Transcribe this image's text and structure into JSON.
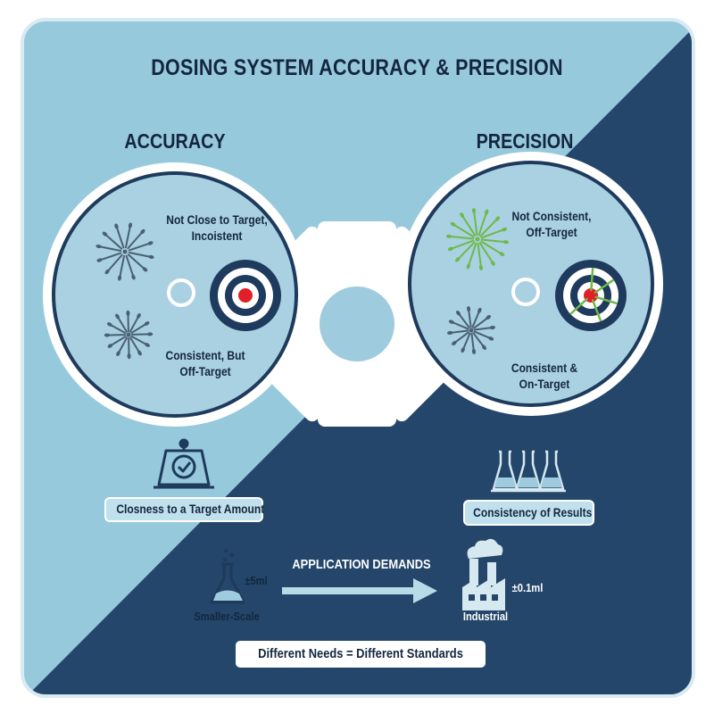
{
  "title": "DOSING SYSTEM ACCURACY & PRECISION",
  "accuracy": {
    "heading": "ACCURACY",
    "label_top": "Not Close to Target,\nIncoistent",
    "label_bottom": "Consistent, But\nOff-Target",
    "definition": "Closness to a Target Amount"
  },
  "precision": {
    "heading": "PRECISION",
    "label_top": "Not Consistent,\nOff-Target",
    "label_bottom": "Consistent &\nOn-Target",
    "definition": "Consistency of Results"
  },
  "application": {
    "arrow_label": "APPLICATION DEMANDS",
    "small_scale": {
      "tolerance": "±5ml",
      "name": "Smaller-Scale"
    },
    "industrial": {
      "tolerance": "±0.1ml",
      "name": "Industrial"
    }
  },
  "footer": "Different Needs = Different Standards",
  "colors": {
    "light_blue": "#97c9dd",
    "dark_navy": "#23466a",
    "circle_fill": "#a9d1e1",
    "target_navy": "#1e3a5c",
    "bullseye_red": "#e02026",
    "dart_green": "#6fb84a",
    "dart_gray": "#4a5f73"
  }
}
